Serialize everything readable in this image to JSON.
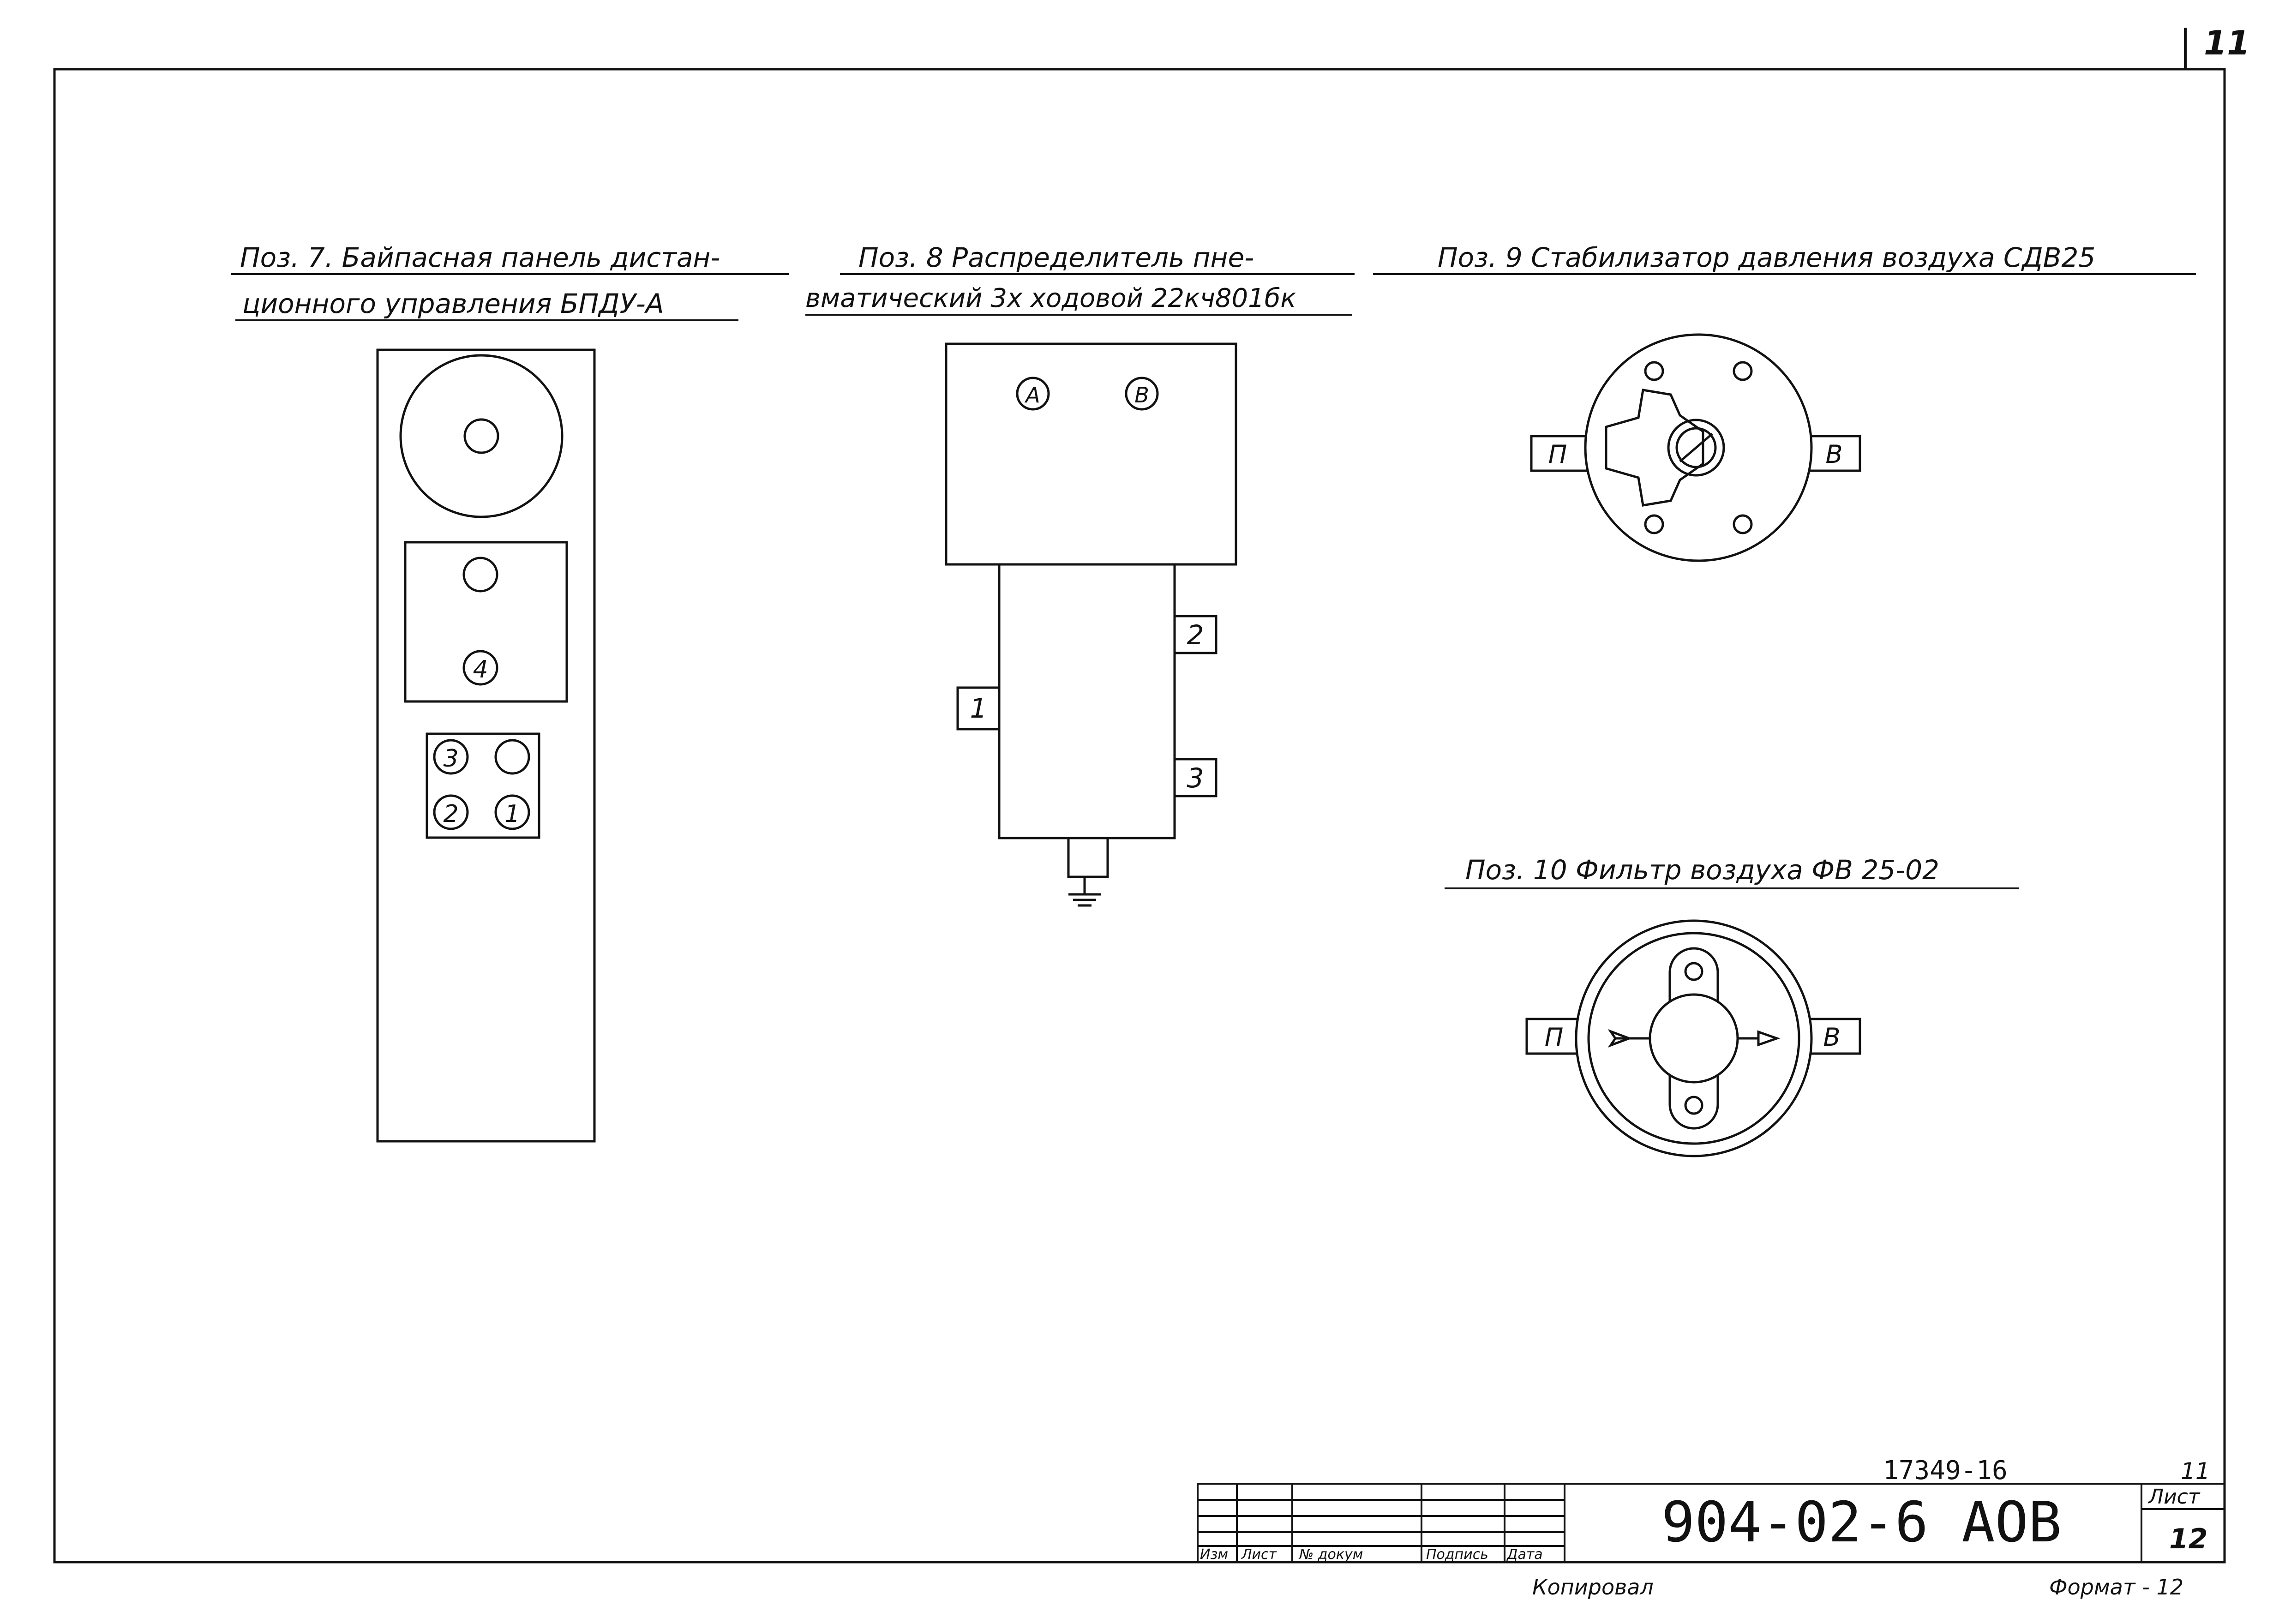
{
  "page_number": "11",
  "positions": {
    "pos7": {
      "line1": "Поз. 7. Байпасная панель дистан-",
      "line2": "ционного управления БПДУ-А"
    },
    "pos8": {
      "line1": "Поз. 8   Распределитель пне-",
      "line2": "вматический 3х ходовой 22кч801бк"
    },
    "pos9": {
      "title": "Поз. 9  Стабилизатор давления воздуха СДВ25"
    },
    "pos10": {
      "title": "Поз. 10  Фильтр воздуха ФВ 25-02"
    }
  },
  "panel7": {
    "socket_4": "4",
    "socket_3": "3",
    "socket_2": "2",
    "socket_1": "1"
  },
  "distributor8": {
    "label_a": "А",
    "label_b": "В",
    "port_1": "1",
    "port_2": "2",
    "port_3": "3"
  },
  "stabilizer9": {
    "port_in": "П",
    "port_out": "В"
  },
  "filter10": {
    "port_in": "П",
    "port_out": "В"
  },
  "title_block": {
    "inventory_number": "17349-16",
    "small_mark": "11",
    "designation": "904-02-6  АОВ",
    "sheet_label": "Лист",
    "sheet_number": "12",
    "col_izm": "Изм",
    "col_list": "Лист",
    "col_doc": "№ докум",
    "col_sign": "Подпись",
    "col_date": "Дата"
  },
  "footer": {
    "copied": "Копировал",
    "format": "Формат - 12"
  }
}
